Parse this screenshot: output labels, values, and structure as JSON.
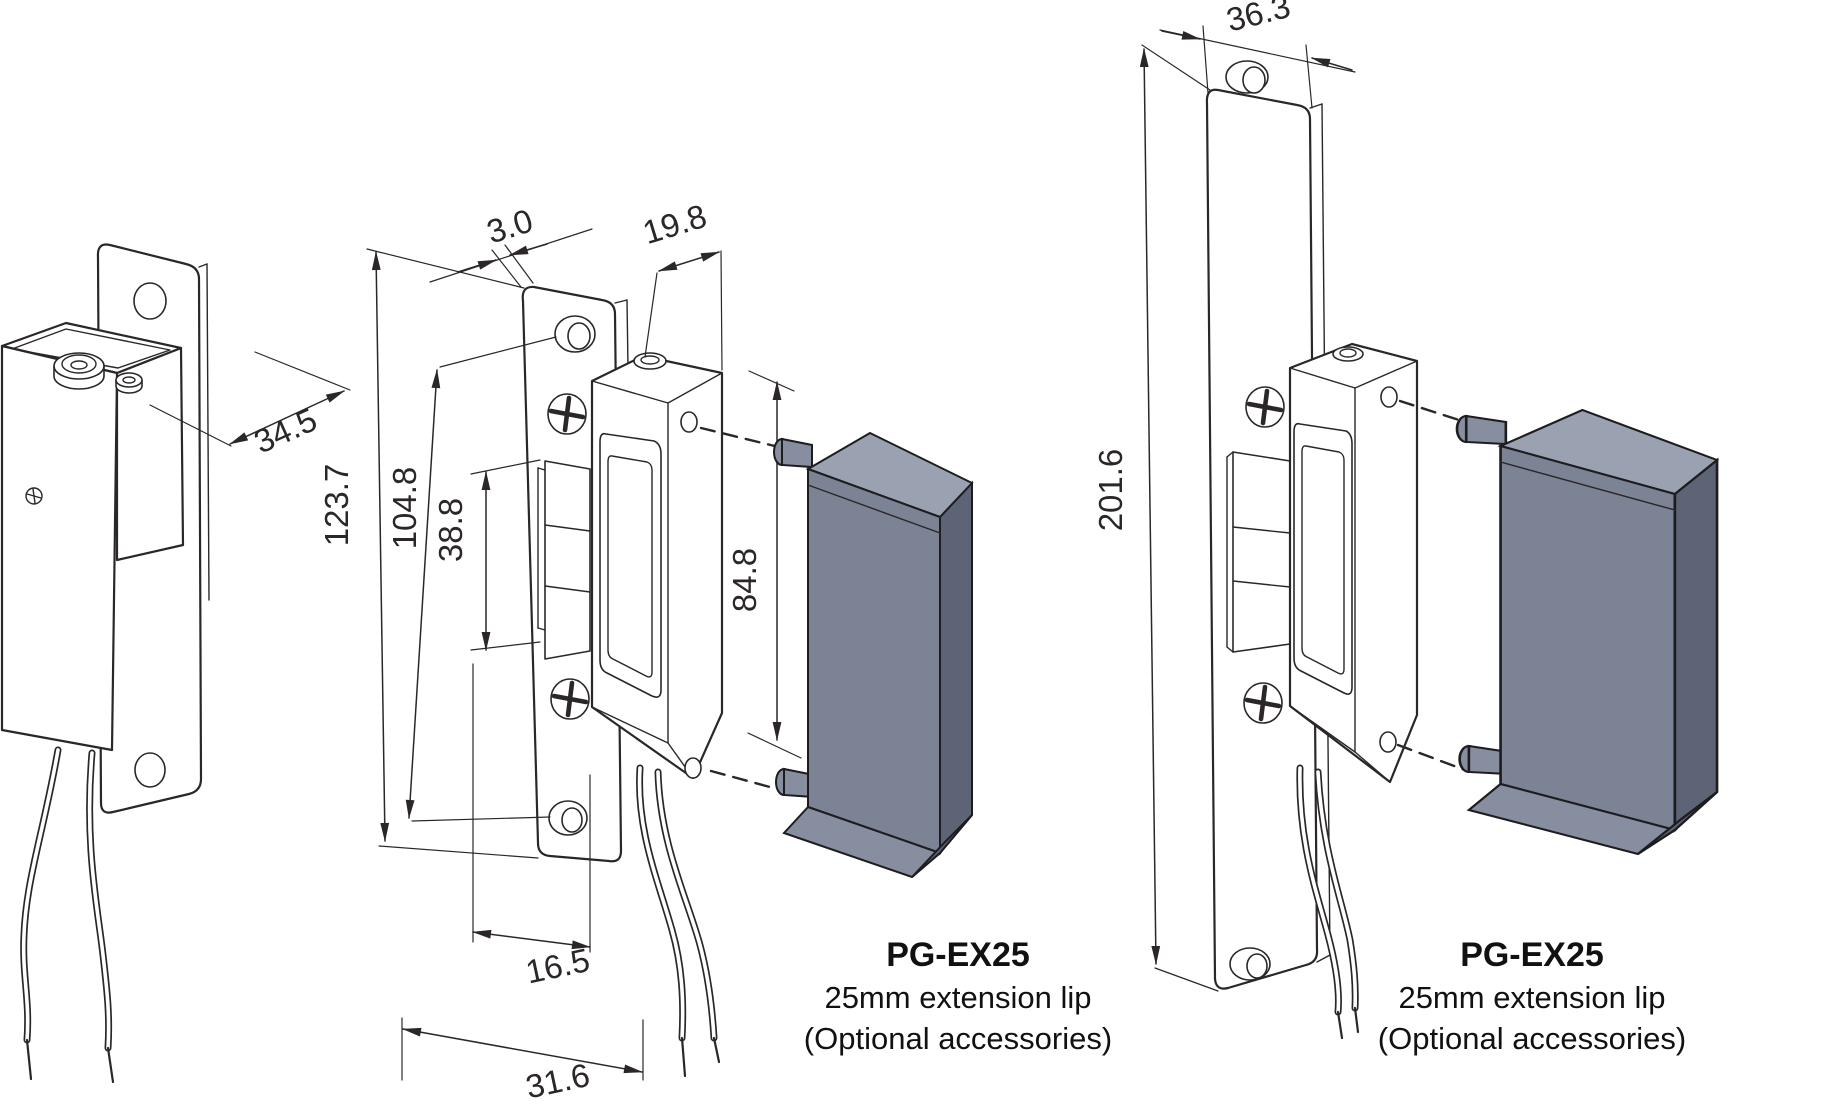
{
  "drawing": {
    "type": "technical-dimension-diagram",
    "subject": "electric door strike with faceplate, three projection views",
    "background_color": "#ffffff",
    "line_color": "#2b2729",
    "accessory_colors": {
      "top": "#9aa2b2",
      "front": "#7b8395",
      "side": "#5d6476",
      "flange": "#868e9f"
    }
  },
  "views": {
    "left": {
      "name": "rear-side perspective view",
      "dims": {
        "body_depth": "34.5"
      }
    },
    "middle": {
      "name": "short faceplate perspective view",
      "dims": {
        "plate_thickness": "3.0",
        "body_depth": "19.8",
        "plate_height": "123.7",
        "hole_spacing": "104.8",
        "opening_height": "38.8",
        "body_height": "84.8",
        "lip_width": "16.5",
        "plate_width": "31.6"
      },
      "accessory_label": {
        "model": "PG-EX25",
        "line1": "25mm extension lip",
        "line2": "(Optional accessories)"
      }
    },
    "right": {
      "name": "long faceplate perspective view",
      "dims": {
        "plate_width": "36.3",
        "plate_height": "201.6"
      },
      "accessory_label": {
        "model": "PG-EX25",
        "line1": "25mm extension lip",
        "line2": "(Optional accessories)"
      }
    }
  }
}
